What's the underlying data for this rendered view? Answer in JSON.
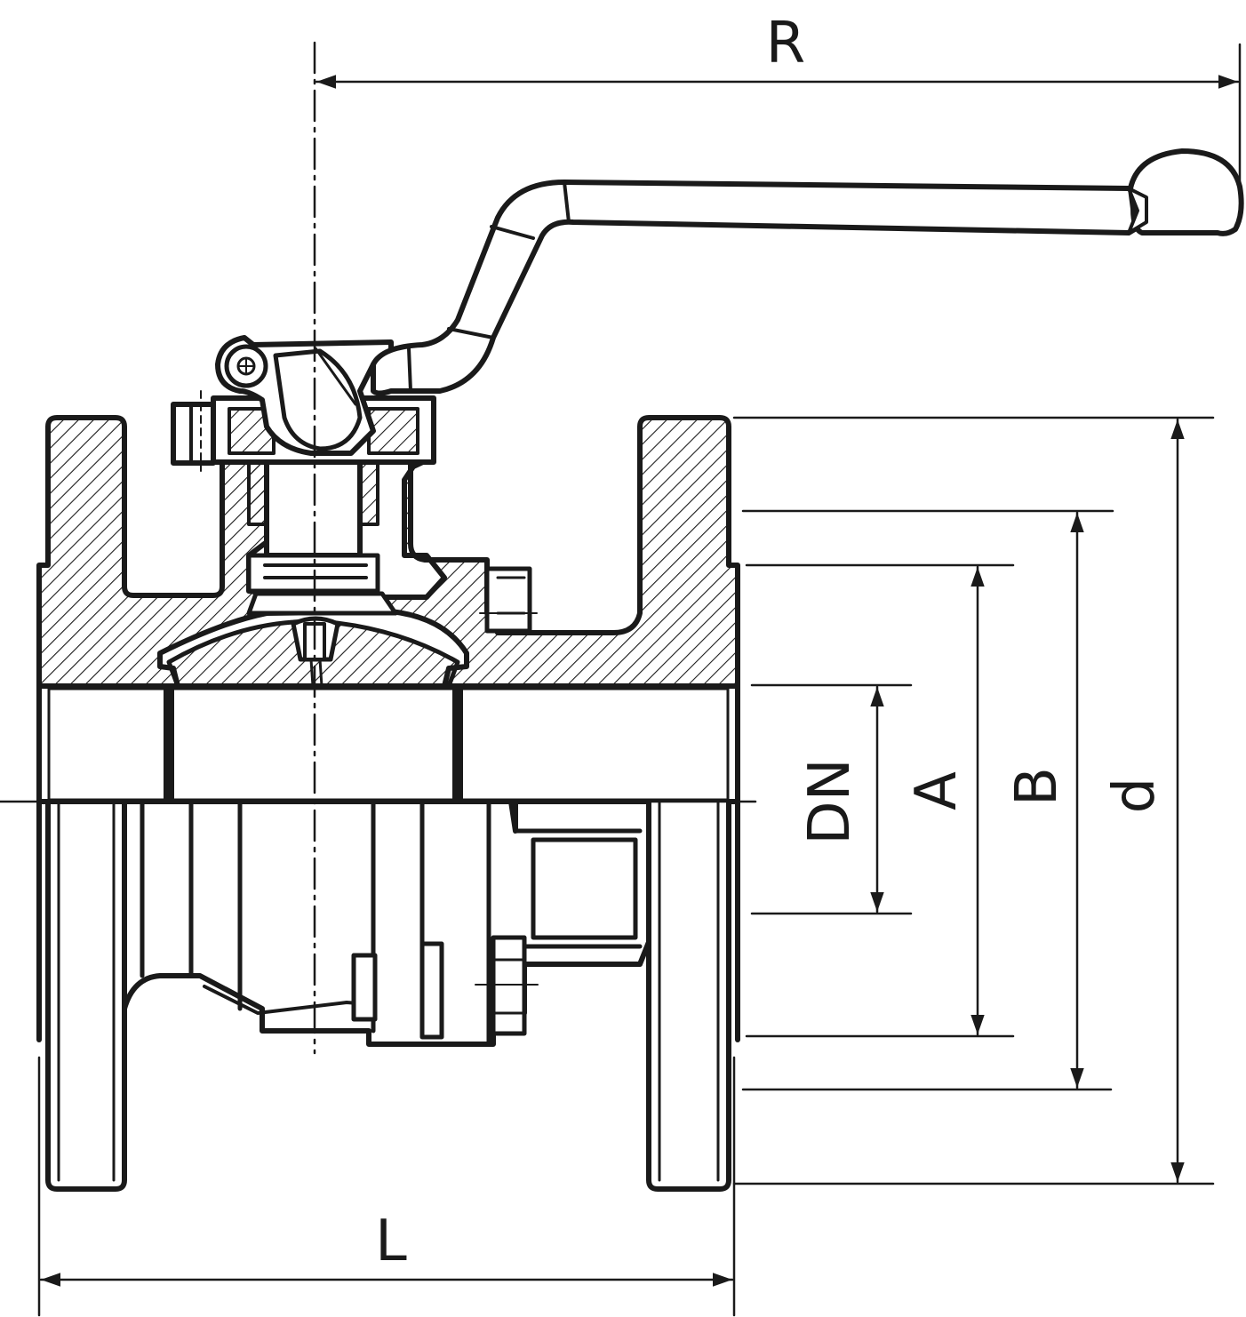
{
  "dimensions": {
    "R": "R",
    "L": "L",
    "DN": "DN",
    "A": "A",
    "B": "B",
    "d": "d"
  },
  "colors": {
    "line": "#1a1a1a",
    "background": "#ffffff"
  }
}
